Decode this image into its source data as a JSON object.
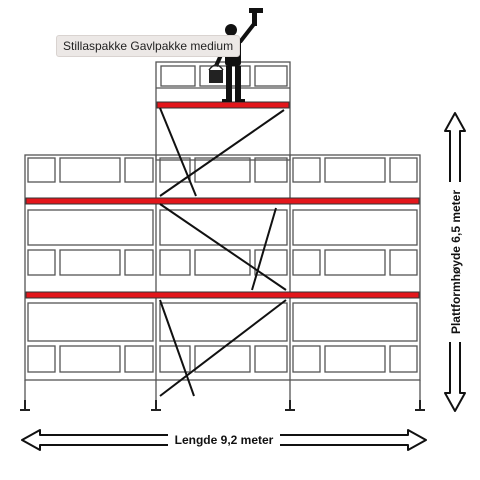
{
  "tooltip": {
    "text": "Stillaspakke Gavlpakke medium"
  },
  "labels": {
    "length": "Lengde 9,2 meter",
    "height": "Plattformhøyde 6,5 meter"
  },
  "colors": {
    "platform": "#e3161b",
    "frame": "#333333",
    "background": "#ffffff",
    "tooltip_bg": "#ece8e6"
  },
  "icons": [
    "worker-painting-icon",
    "paint-bucket-icon"
  ]
}
